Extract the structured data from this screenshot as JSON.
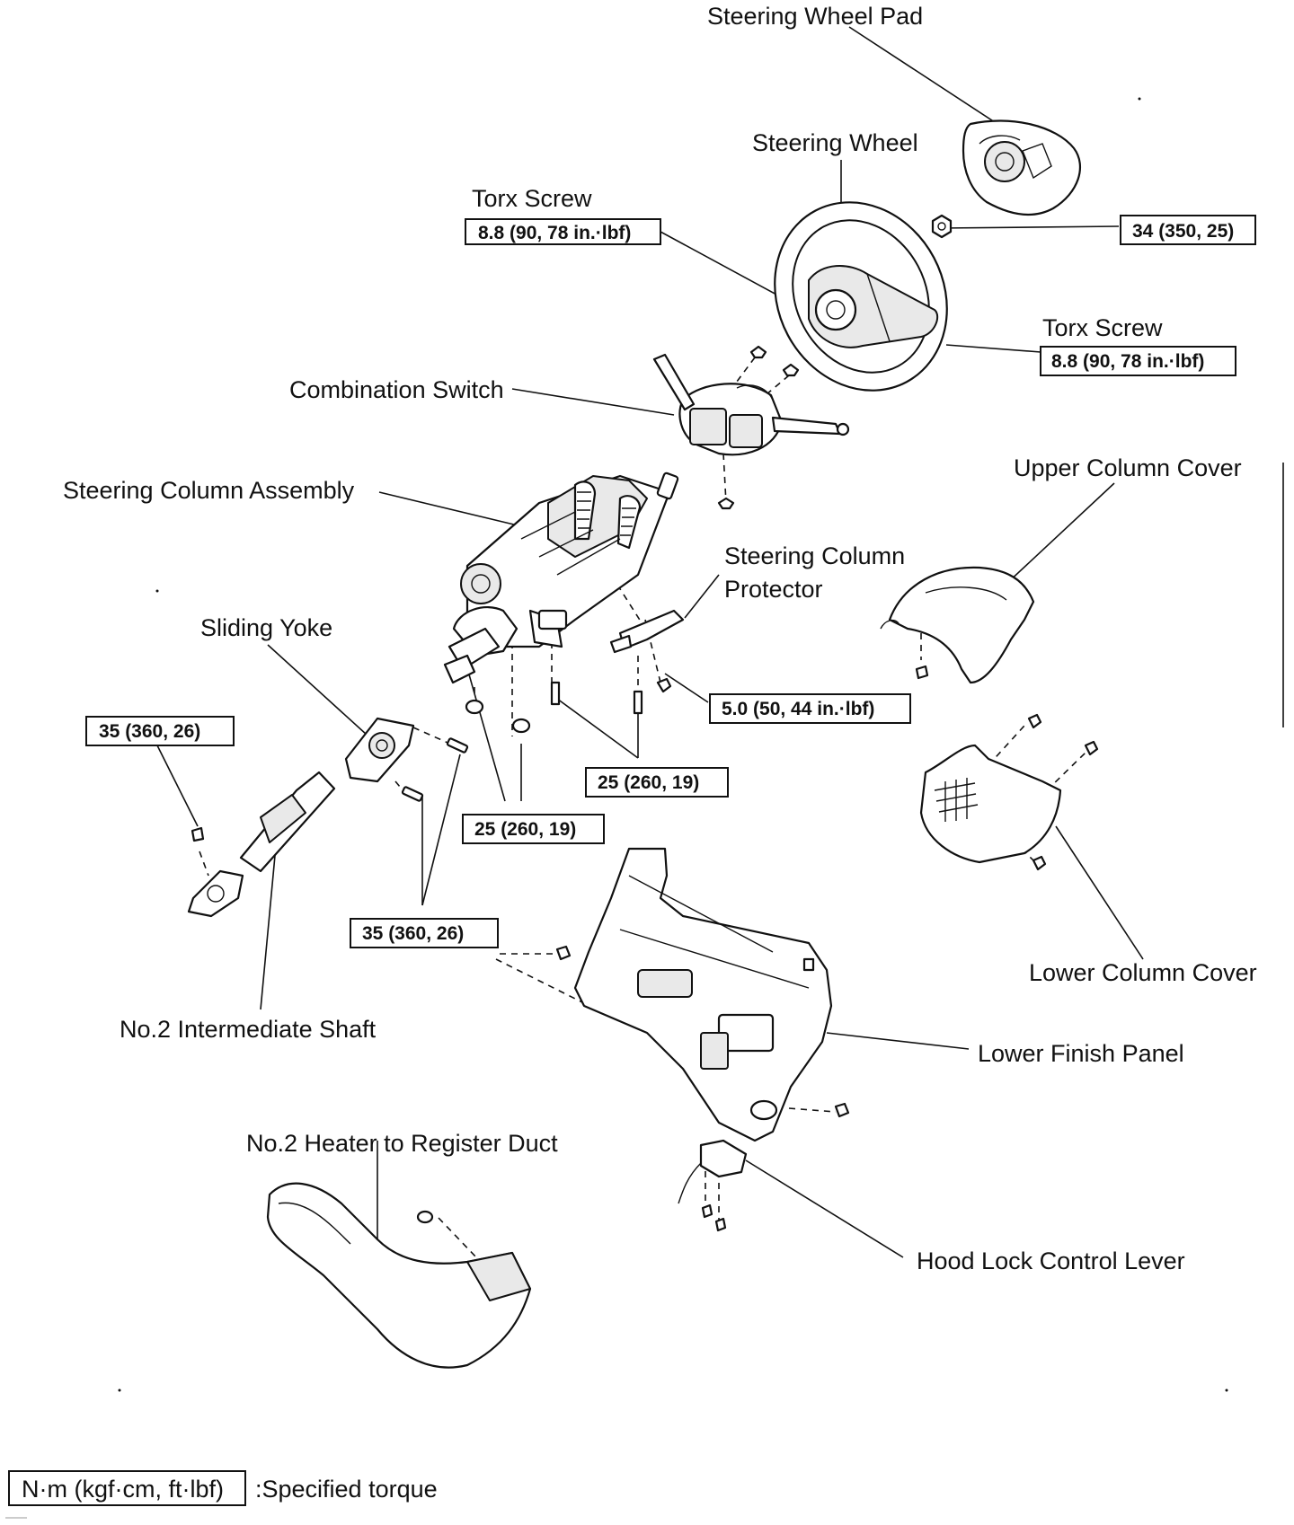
{
  "labels": {
    "steering_wheel_pad": "Steering Wheel Pad",
    "steering_wheel": "Steering Wheel",
    "torx_screw_left": "Torx Screw",
    "torx_screw_right": "Torx Screw",
    "combination_switch": "Combination Switch",
    "steering_column_assembly": "Steering Column Assembly",
    "steering_column_protector_line1": "Steering Column",
    "steering_column_protector_line2": "Protector",
    "upper_column_cover": "Upper Column Cover",
    "sliding_yoke": "Sliding Yoke",
    "lower_column_cover": "Lower Column Cover",
    "no2_intermediate_shaft": "No.2 Intermediate Shaft",
    "lower_finish_panel": "Lower Finish Panel",
    "no2_heater_duct": "No.2 Heater to Register Duct",
    "hood_lock_lever": "Hood Lock Control Lever"
  },
  "torques": {
    "torx_left": "8.8 (90, 78 in.·lbf)",
    "pad_nut": "34 (350, 25)",
    "torx_right": "8.8 (90, 78 in.·lbf)",
    "protector": "5.0 (50, 44 in.·lbf)",
    "shaft_left": "35 (360, 26)",
    "column_bolts_a": "25 (260, 19)",
    "column_bolts_b": "25 (260, 19)",
    "yoke_bolts": "35 (360, 26)"
  },
  "legend": {
    "unit": "N·m (kgf·cm, ft·lbf)",
    "meaning": ":Specified torque"
  }
}
